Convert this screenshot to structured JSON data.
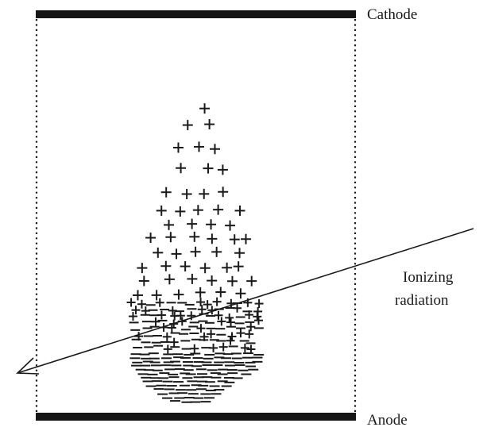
{
  "labels": {
    "cathode": "Cathode",
    "anode": "Anode",
    "radiation_line1": "Ionizing",
    "radiation_line2": "radiation"
  },
  "colors": {
    "ink": "#1a1a1a",
    "background": "#ffffff"
  }
}
